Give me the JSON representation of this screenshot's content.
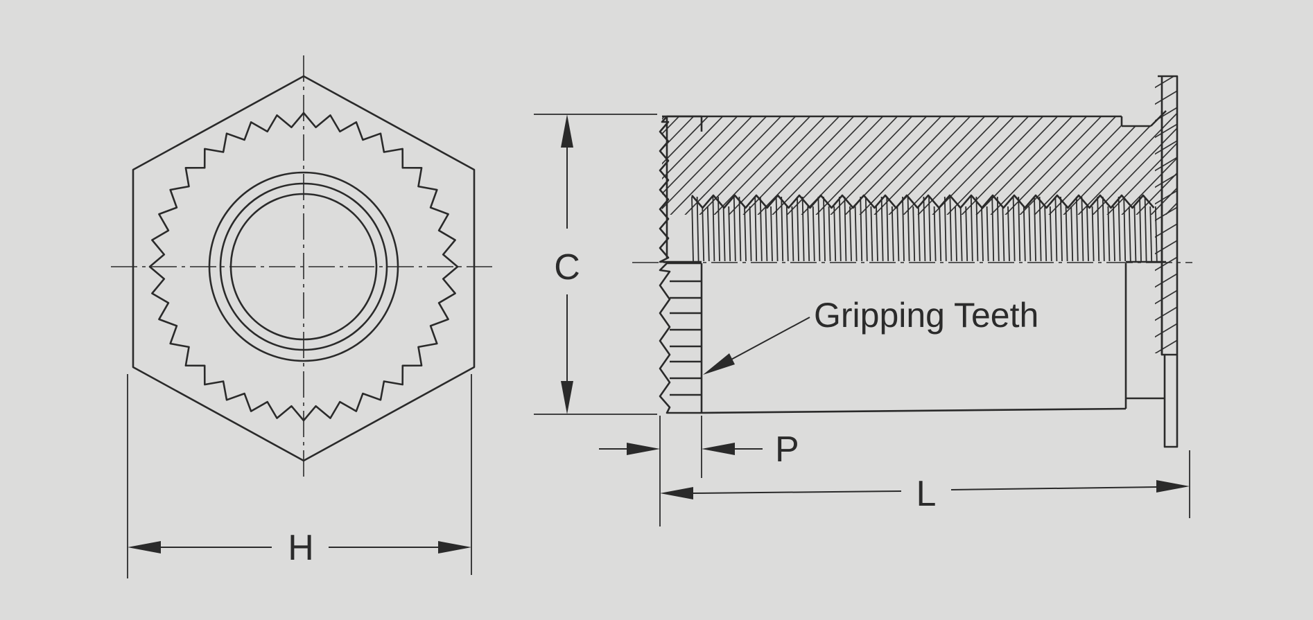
{
  "labels": {
    "h": "H",
    "c": "C",
    "p": "P",
    "l": "L",
    "callout": "Gripping Teeth"
  },
  "colors": {
    "background": "#dcdcdb",
    "ink": "#2a2a2a"
  }
}
